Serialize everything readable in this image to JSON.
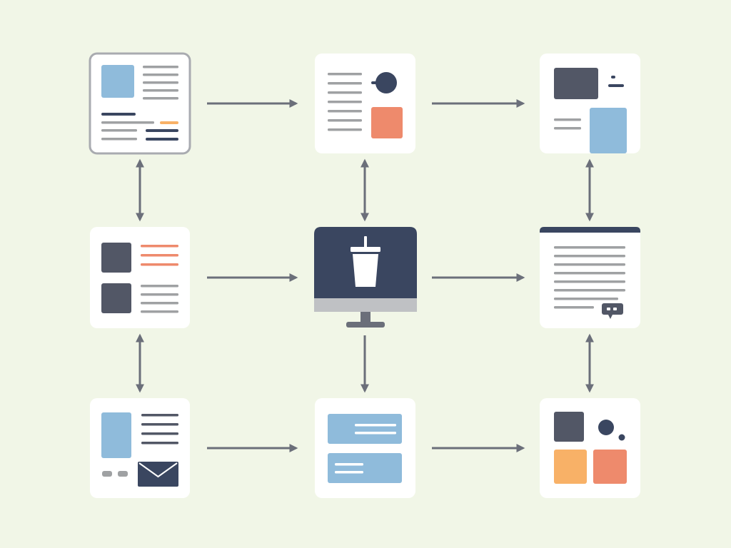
{
  "palette": {
    "background": "#f1f6e7",
    "card": "#ffffff",
    "line": "#9fa1a3",
    "dark": "#525766",
    "navy": "#3a4660",
    "blue": "#8fbbdb",
    "coral": "#ee8a6c",
    "orange": "#f8b167",
    "arrow": "#6b6f7a",
    "frame": "#a9abb0"
  },
  "diagram": {
    "type": "flow-grid",
    "rows": 3,
    "cols": 3,
    "nodes": [
      {
        "id": "news-page",
        "row": 0,
        "col": 0,
        "icon": "document-layout-icon"
      },
      {
        "id": "profile-page",
        "row": 0,
        "col": 1,
        "icon": "profile-document-icon"
      },
      {
        "id": "dashboard-page",
        "row": 0,
        "col": 2,
        "icon": "dashboard-icon"
      },
      {
        "id": "list-page",
        "row": 1,
        "col": 0,
        "icon": "list-items-icon"
      },
      {
        "id": "monitor-hub",
        "row": 1,
        "col": 1,
        "icon": "monitor-cup-icon"
      },
      {
        "id": "article-page",
        "row": 1,
        "col": 2,
        "icon": "article-comment-icon"
      },
      {
        "id": "contact-page",
        "row": 2,
        "col": 0,
        "icon": "mail-contact-icon"
      },
      {
        "id": "form-page",
        "row": 2,
        "col": 1,
        "icon": "form-fields-icon"
      },
      {
        "id": "gallery-page",
        "row": 2,
        "col": 2,
        "icon": "shapes-gallery-icon"
      }
    ],
    "edges": [
      {
        "from": "news-page",
        "to": "profile-page",
        "kind": "one-way"
      },
      {
        "from": "profile-page",
        "to": "dashboard-page",
        "kind": "one-way"
      },
      {
        "from": "list-page",
        "to": "monitor-hub",
        "kind": "one-way"
      },
      {
        "from": "monitor-hub",
        "to": "article-page",
        "kind": "one-way"
      },
      {
        "from": "contact-page",
        "to": "form-page",
        "kind": "one-way"
      },
      {
        "from": "form-page",
        "to": "gallery-page",
        "kind": "one-way"
      },
      {
        "from": "news-page",
        "to": "list-page",
        "kind": "two-way"
      },
      {
        "from": "profile-page",
        "to": "monitor-hub",
        "kind": "two-way"
      },
      {
        "from": "dashboard-page",
        "to": "article-page",
        "kind": "two-way"
      },
      {
        "from": "list-page",
        "to": "contact-page",
        "kind": "two-way"
      },
      {
        "from": "monitor-hub",
        "to": "form-page",
        "kind": "one-way"
      },
      {
        "from": "article-page",
        "to": "gallery-page",
        "kind": "two-way"
      }
    ]
  }
}
